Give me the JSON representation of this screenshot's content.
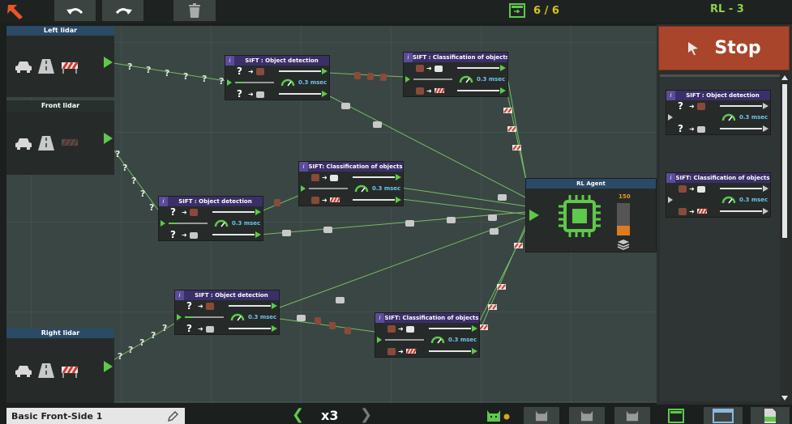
{
  "toolbar": {
    "back_icon": "back-arrow-icon",
    "undo_icon": "undo-icon",
    "redo_icon": "redo-icon",
    "delete_icon": "trash-icon",
    "counter": "6 / 6",
    "level": "RL - 3"
  },
  "sensors": {
    "left": {
      "title": "Left lidar"
    },
    "front": {
      "title": "Front lidar"
    },
    "right": {
      "title": "Right lidar"
    }
  },
  "nodes": {
    "det_top": {
      "info": "i",
      "title": "SIFT : Object detection",
      "time": "0.3 msec"
    },
    "cls_top": {
      "info": "i",
      "title": "SIFT : Classification of objects",
      "time": "0.3 msec"
    },
    "cls_mid": {
      "info": "i",
      "title": "SIFT: Classification of objects",
      "time": "0.3 msec"
    },
    "det_mid": {
      "info": "i",
      "title": "SIFT : Object detection",
      "time": "0.3 msec"
    },
    "det_bot": {
      "info": "i",
      "title": "SIFT : Object detection",
      "time": "0.3 msec"
    },
    "cls_bot": {
      "info": "i",
      "title": "SIFT: Classification of objects",
      "time": "0.3 msec"
    },
    "unknown": "?"
  },
  "agent": {
    "title": "RL Agent",
    "value": "150",
    "meter_fill_pct": 30
  },
  "side": {
    "stop_label": "Stop",
    "card1": {
      "info": "i",
      "title": "SIFT : Object detection",
      "time": "0.3 msec"
    },
    "card2": {
      "info": "i",
      "title": "SIFT: Classification of objects",
      "time": "0.3 msec"
    }
  },
  "bottom": {
    "solution_name": "Basic Front-Side 1",
    "speed": "x3"
  },
  "colors": {
    "accent_green": "#5ec94a",
    "stop_red": "#a9452b",
    "counter_yellow": "#d8c21a",
    "info_blue": "#6fc3e8",
    "node_header": "#3b2f69"
  }
}
